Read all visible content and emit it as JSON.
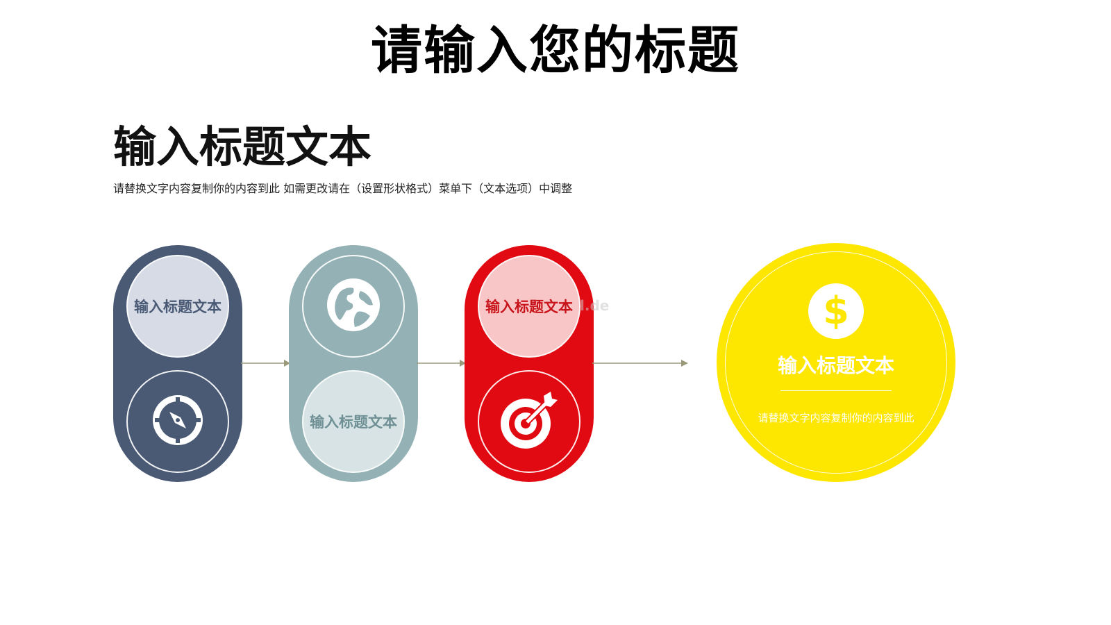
{
  "slide": {
    "title": "请输入您的标题",
    "section_title": "输入标题文本",
    "section_desc": "请替换文字内容复制你的内容到此 如需更改请在（设置形状格式）菜单下（文本选项）中调整",
    "watermark": "l.de"
  },
  "steps": [
    {
      "color": "#4a5a74",
      "top": {
        "kind": "label",
        "text": "输入标题文本",
        "fill": "#d6dbe6",
        "text_color": "#4a5a74"
      },
      "bottom": {
        "kind": "icon",
        "icon": "compass-icon"
      }
    },
    {
      "color": "#94b2b5",
      "top": {
        "kind": "icon",
        "icon": "globe-icon"
      },
      "bottom": {
        "kind": "label",
        "text": "输入标题文本",
        "fill": "#d7e3e4",
        "text_color": "#6f9095"
      }
    },
    {
      "color": "#e20a12",
      "top": {
        "kind": "label",
        "text": "输入标题文本",
        "fill": "#f9c6c8",
        "text_color": "#c8141b"
      },
      "bottom": {
        "kind": "icon",
        "icon": "target-icon"
      }
    }
  ],
  "result": {
    "color": "#fde600",
    "icon": "dollar-icon",
    "title": "输入标题文本",
    "desc": "请替换文字内容复制你的内容到此"
  },
  "colors": {
    "arrow": "#9a9a7a"
  }
}
